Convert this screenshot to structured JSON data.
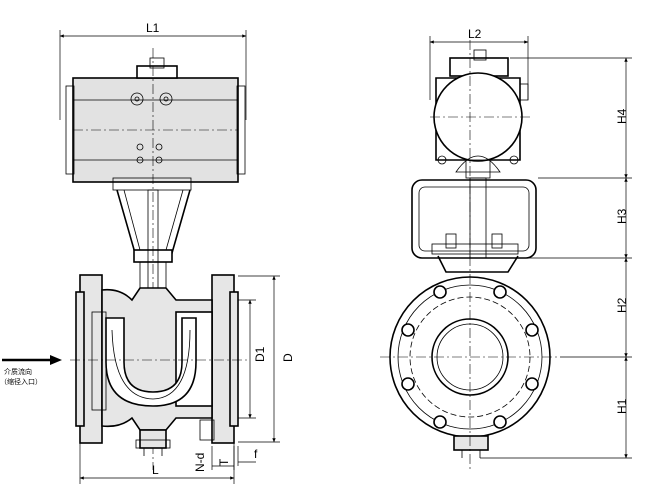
{
  "dimensions": {
    "L1": "L1",
    "L2": "L2",
    "H1": "H1",
    "H2": "H2",
    "H3": "H3",
    "H4": "H4",
    "D": "D",
    "D1": "D1",
    "L": "L",
    "N_d": "N-d",
    "T": "T",
    "f": "f"
  },
  "flow_note": {
    "line1": "介质流向",
    "line2": "（缩径入口）"
  }
}
